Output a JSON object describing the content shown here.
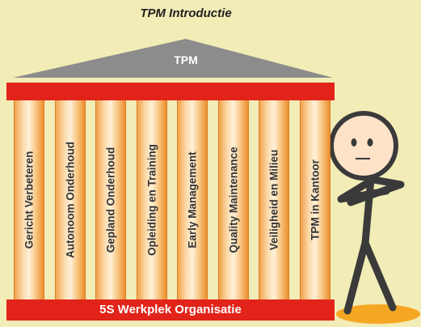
{
  "title": "TPM Introductie",
  "roof_label": "TPM",
  "pillars": [
    "Gericht Verbeteren",
    "Autonoom Onderhoud",
    "Gepland Onderhoud",
    "Opleiding en Training",
    "Early Management",
    "Quality Maintenance",
    "Veiligheid en Milieu",
    "TPM in Kantoor"
  ],
  "base_label": "5S Werkplek Organisatie",
  "colors": {
    "background": "#f2ecb6",
    "roof": "#8c8c8c",
    "beam": "#e2231a",
    "pillar": "#f2a24a"
  }
}
